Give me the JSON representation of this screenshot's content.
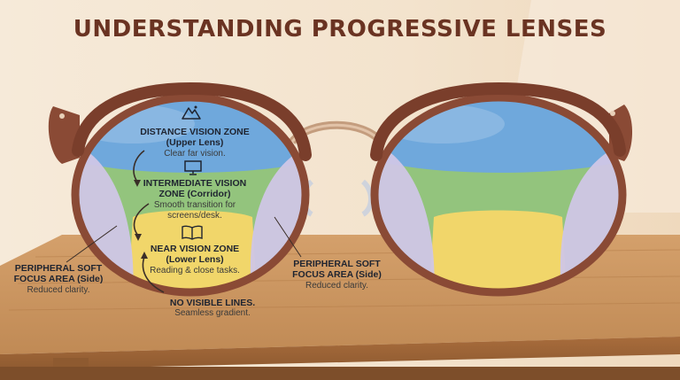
{
  "title": "UNDERSTANDING PROGRESSIVE LENSES",
  "zones": {
    "distance": {
      "heading1": "DISTANCE VISION ZONE",
      "heading2": "(Upper Lens)",
      "desc": "Clear far vision.",
      "icon": "mountain-icon",
      "color": "#6fa8dc"
    },
    "intermediate": {
      "heading1": "INTERMEDIATE VISION",
      "heading2": "ZONE (Corridor)",
      "desc1": "Smooth transition for",
      "desc2": "screens/desk.",
      "icon": "monitor-icon",
      "color": "#93c47d"
    },
    "near": {
      "heading1": "NEAR VISION ZONE",
      "heading2": "(Lower Lens)",
      "desc": "Reading & close tasks.",
      "icon": "book-icon",
      "color": "#f1d66a"
    },
    "peripheral_left": {
      "heading1": "PERIPHERAL SOFT",
      "heading2": "FOCUS AREA (Side)",
      "desc": "Reduced clarity.",
      "color": "#cfc6e6"
    },
    "peripheral_right": {
      "heading1": "PERIPHERAL SOFT",
      "heading2": "FOCUS AREA (Side)",
      "desc": "Reduced clarity.",
      "color": "#cfc6e6"
    },
    "no_lines": {
      "heading": "NO VISIBLE LINES.",
      "desc": "Seamless gradient."
    }
  },
  "colors": {
    "frame": "#8a4a35",
    "title": "#6a3322",
    "table": "#c48a55",
    "background": "#f4e6d3"
  }
}
